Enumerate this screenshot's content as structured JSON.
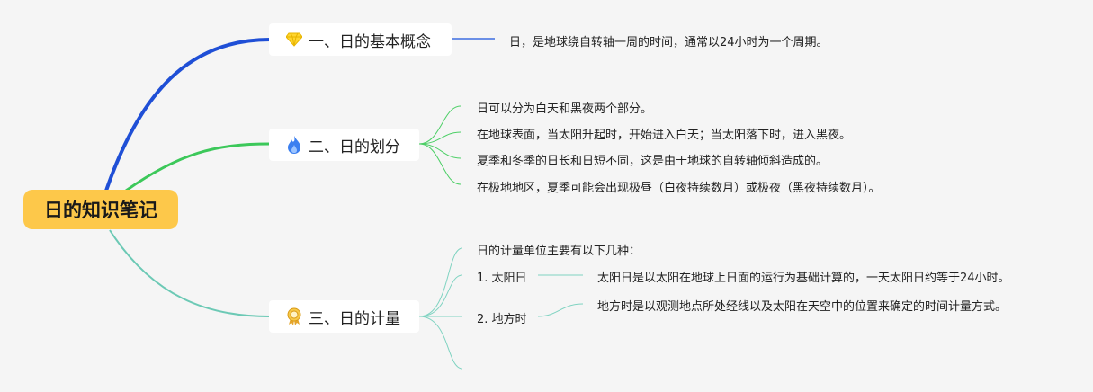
{
  "root": {
    "label": "日的知识笔记"
  },
  "topics": [
    {
      "label": "一、日的基本概念",
      "icon": "diamond-icon",
      "color": "#1f4fd6"
    },
    {
      "label": "二、日的划分",
      "icon": "fire-icon",
      "color": "#3cc85a"
    },
    {
      "label": "三、日的计量",
      "icon": "medal-icon",
      "color": "#5ec7b0"
    }
  ],
  "concept": {
    "text": "日，是地球绕自转轴一周的时间，通常以24小时为一个周期。"
  },
  "division": {
    "items": [
      "日可以分为白天和黑夜两个部分。",
      "在地球表面，当太阳升起时，开始进入白天；当太阳落下时，进入黑夜。",
      "夏季和冬季的日长和日短不同，这是由于地球的自转轴倾斜造成的。",
      "在极地地区，夏季可能会出现极昼（白夜持续数月）或极夜（黑夜持续数月）。"
    ]
  },
  "measure": {
    "intro": "日的计量单位主要有以下几种：",
    "solar": {
      "label": "1. 太阳日",
      "desc": "太阳日是以太阳在地球上日面的运行为基础计算的，一天太阳日约等于24小时。"
    },
    "local": {
      "label": "2. 地方时",
      "desc": "地方时是以观测地点所处经线以及太阳在天空中的位置来确定的时间计量方式。"
    }
  }
}
